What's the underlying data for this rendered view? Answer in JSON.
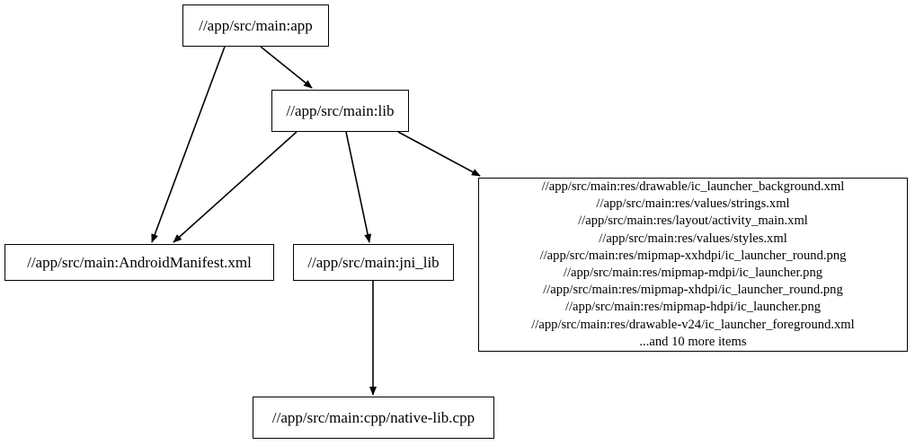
{
  "graph": {
    "background_color": "#ffffff",
    "node_fill_color": "#ffffff",
    "node_border_color": "#000000",
    "edge_color": "#000000",
    "nodes": {
      "app": {
        "label": "//app/src/main:app"
      },
      "lib": {
        "label": "//app/src/main:lib"
      },
      "manifest": {
        "label": "//app/src/main:AndroidManifest.xml"
      },
      "jni_lib": {
        "label": "//app/src/main:jni_lib"
      },
      "cpp": {
        "label": "//app/src/main:cpp/native-lib.cpp"
      },
      "res_bundle": {
        "lines": [
          "//app/src/main:res/drawable/ic_launcher_background.xml",
          "//app/src/main:res/values/strings.xml",
          "//app/src/main:res/layout/activity_main.xml",
          "//app/src/main:res/values/styles.xml",
          "//app/src/main:res/mipmap-xxhdpi/ic_launcher_round.png",
          "//app/src/main:res/mipmap-mdpi/ic_launcher.png",
          "//app/src/main:res/mipmap-xhdpi/ic_launcher_round.png",
          "//app/src/main:res/mipmap-hdpi/ic_launcher.png",
          "//app/src/main:res/drawable-v24/ic_launcher_foreground.xml",
          "...and 10 more items"
        ],
        "label": "//app/src/main:res/drawable/ic_launcher_background.xml\n//app/src/main:res/values/strings.xml\n//app/src/main:res/layout/activity_main.xml\n//app/src/main:res/values/styles.xml\n//app/src/main:res/mipmap-xxhdpi/ic_launcher_round.png\n//app/src/main:res/mipmap-mdpi/ic_launcher.png\n//app/src/main:res/mipmap-xhdpi/ic_launcher_round.png\n//app/src/main:res/mipmap-hdpi/ic_launcher.png\n//app/src/main:res/drawable-v24/ic_launcher_foreground.xml\n...and 10 more items"
      }
    },
    "edges": [
      {
        "from": "app",
        "to": "lib"
      },
      {
        "from": "app",
        "to": "manifest"
      },
      {
        "from": "lib",
        "to": "manifest"
      },
      {
        "from": "lib",
        "to": "jni_lib"
      },
      {
        "from": "lib",
        "to": "res_bundle"
      },
      {
        "from": "jni_lib",
        "to": "cpp"
      }
    ]
  }
}
